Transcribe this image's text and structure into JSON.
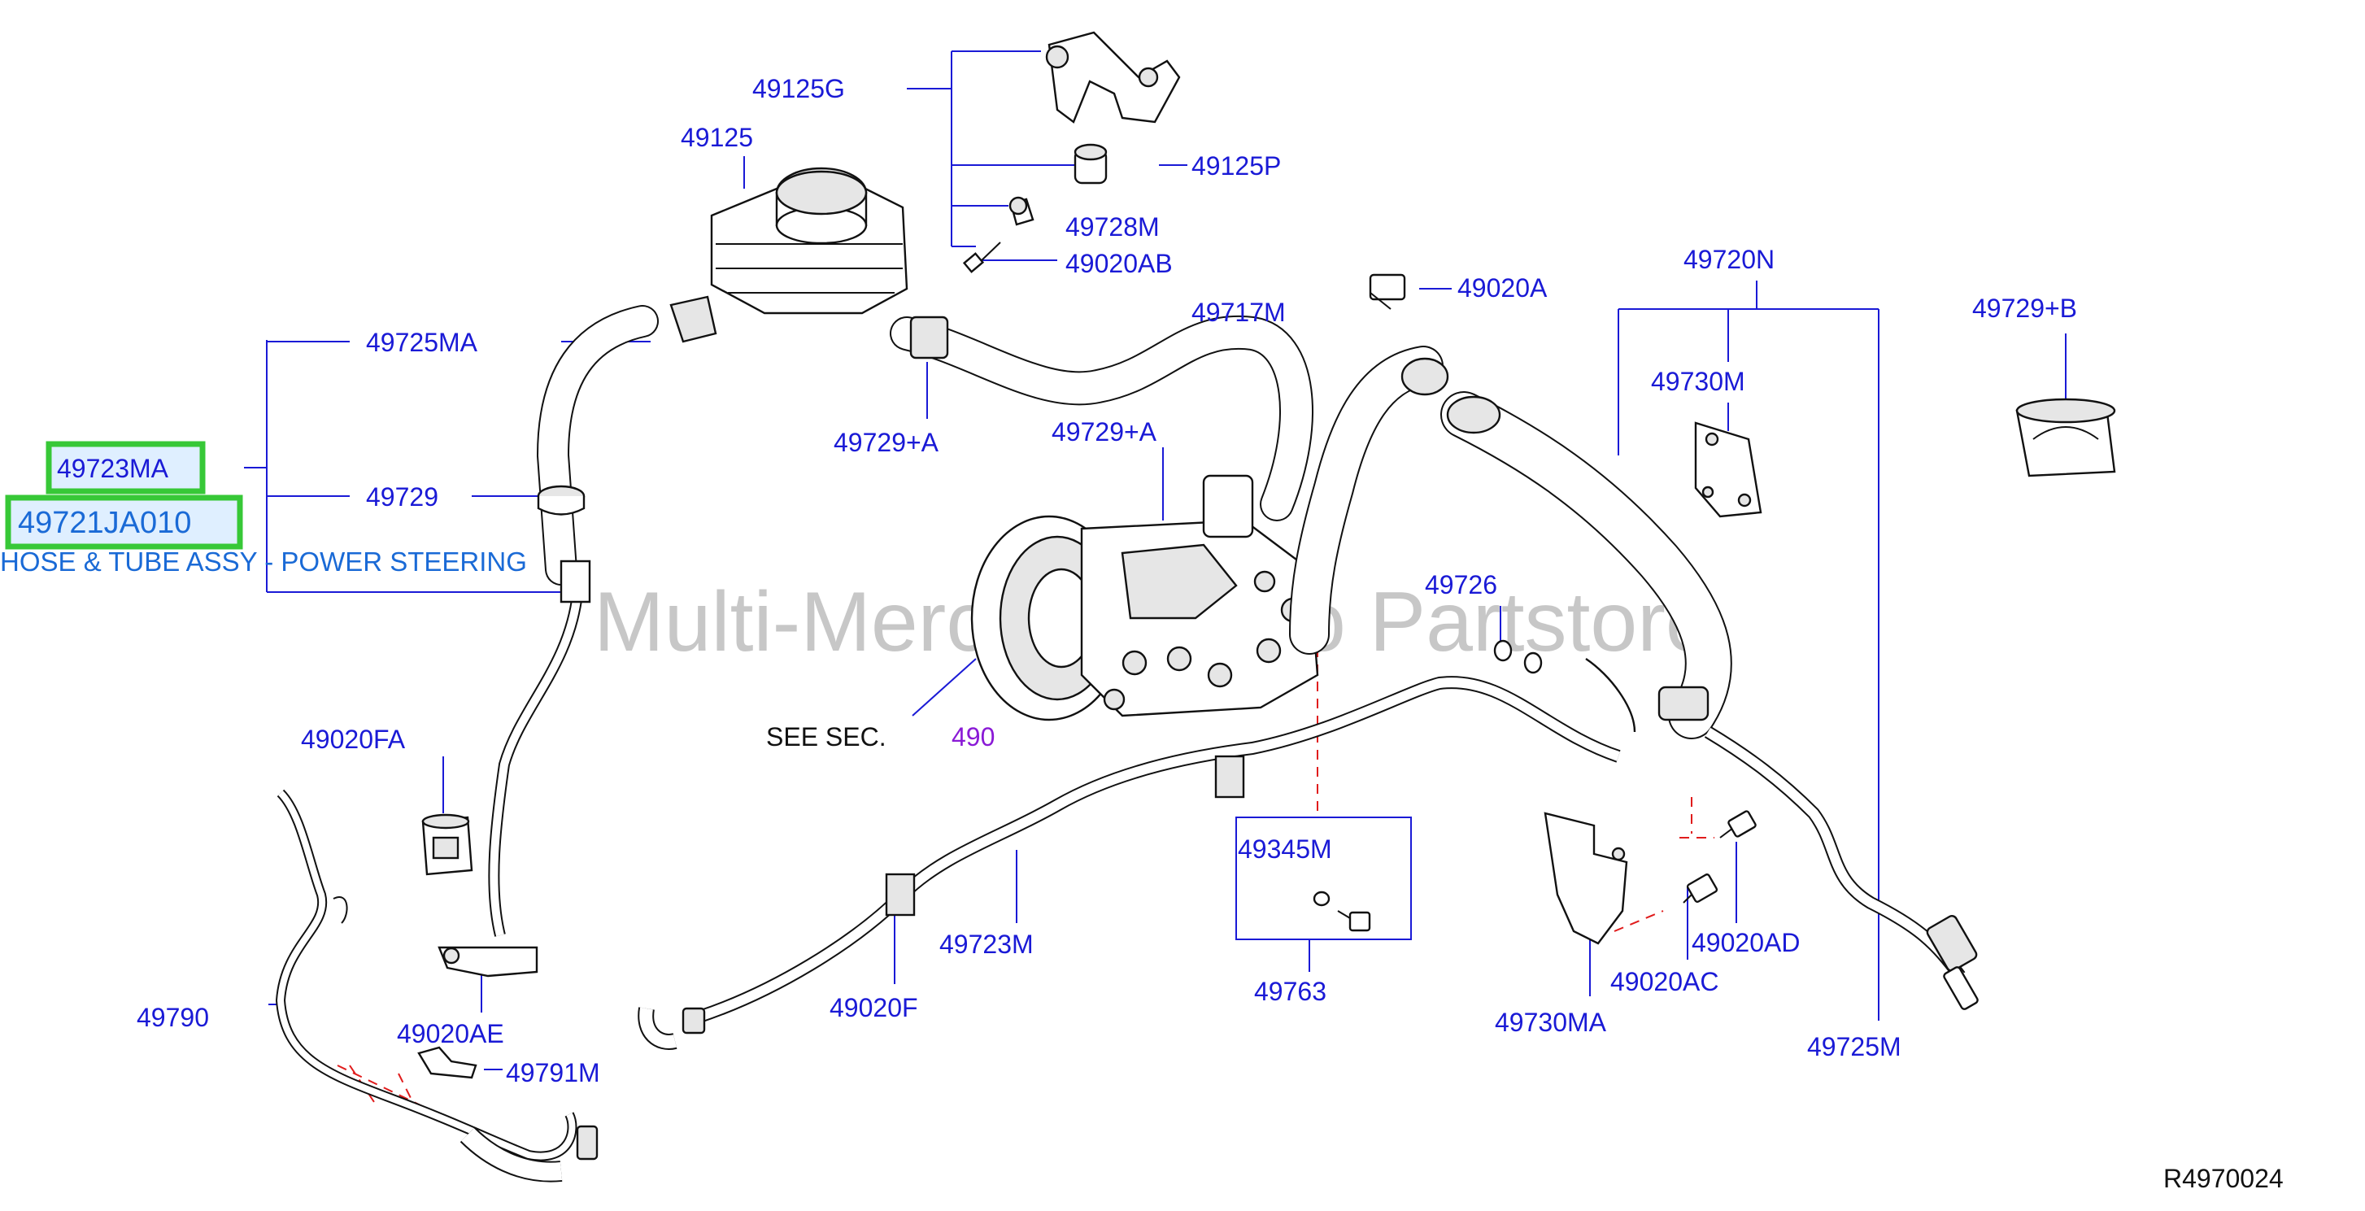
{
  "diagram_id": "R4970024",
  "watermark": "Multi-Merchant Auto Partstore",
  "highlighted_parts": [
    "49723MA",
    "49721JA010"
  ],
  "highlight_description": "HOSE & TUBE ASSY - POWER STEERING",
  "reference": {
    "prefix": "SEE  SEC.",
    "section": "490"
  },
  "labels": {
    "p49125G": "49125G",
    "p49125": "49125",
    "p49125P": "49125P",
    "p49728M": "49728M",
    "p49020AB": "49020AB",
    "p49020A": "49020A",
    "p49720N": "49720N",
    "p49729B": "49729+B",
    "p49725MA": "49725MA",
    "p49717M": "49717M",
    "p49730M": "49730M",
    "p49729": "49729",
    "p49729A1": "49729+A",
    "p49729A2": "49729+A",
    "p49726": "49726",
    "p49020FA": "49020FA",
    "p49345M": "49345M",
    "p49723M": "49723M",
    "p49020AD": "49020AD",
    "p49790": "49790",
    "p49020F": "49020F",
    "p49020AC": "49020AC",
    "p49763": "49763",
    "p49730MA": "49730MA",
    "p49020AE": "49020AE",
    "p49725M": "49725M",
    "p49791M": "49791M"
  },
  "colors": {
    "label_blue": "#1a1ad6",
    "highlight_green": "#37c837",
    "highlight_fill": "#dfefff",
    "description_blue": "#1a6ad6",
    "section_purple": "#8a1ad6",
    "dimension_red": "#e01c1c",
    "watermark_gray": "#b4b4b4"
  }
}
